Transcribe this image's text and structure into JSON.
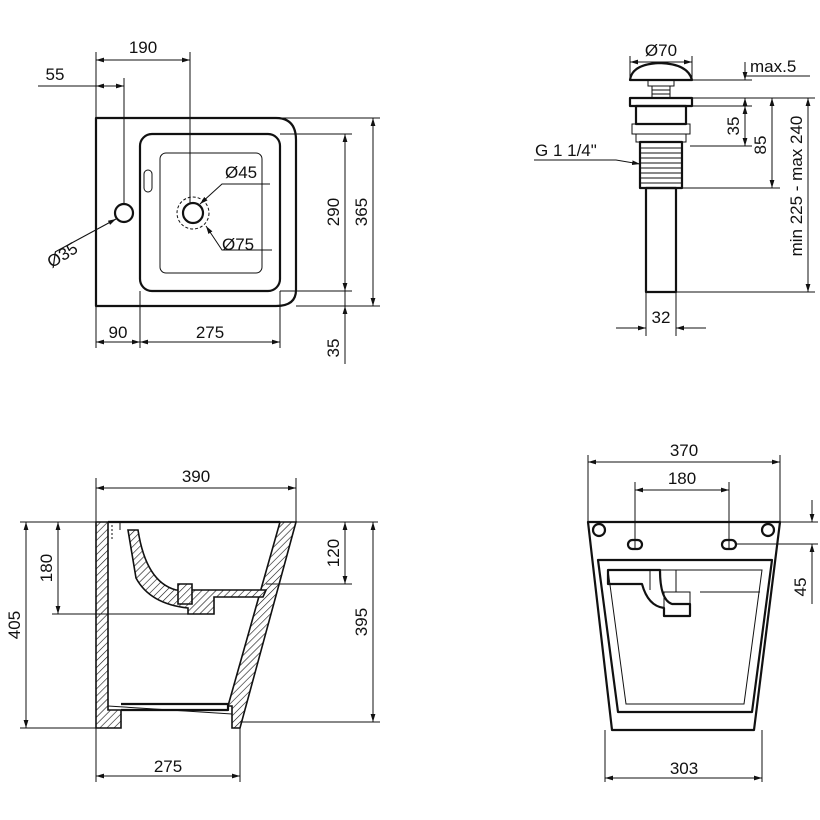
{
  "top_view": {
    "width_190": "190",
    "offset_55": "55",
    "hole_35": "Ø35",
    "drain_45": "Ø45",
    "drain_75": "Ø75",
    "depth_290": "290",
    "depth_365": "365",
    "left_90": "90",
    "bowl_275": "275",
    "bottom_35": "35"
  },
  "drain_view": {
    "cap_70": "Ø70",
    "max_5": "max.5",
    "thread": "G 1 1/4\"",
    "h_35": "35",
    "h_85": "85",
    "range": "min 225 - max 240",
    "pipe_32": "32"
  },
  "side_view": {
    "width_390": "390",
    "h_180": "180",
    "h_405": "405",
    "h_120": "120",
    "h_395": "395",
    "base_275": "275"
  },
  "back_view": {
    "width_370": "370",
    "holes_180": "180",
    "h_45": "45",
    "base_303": "303"
  }
}
